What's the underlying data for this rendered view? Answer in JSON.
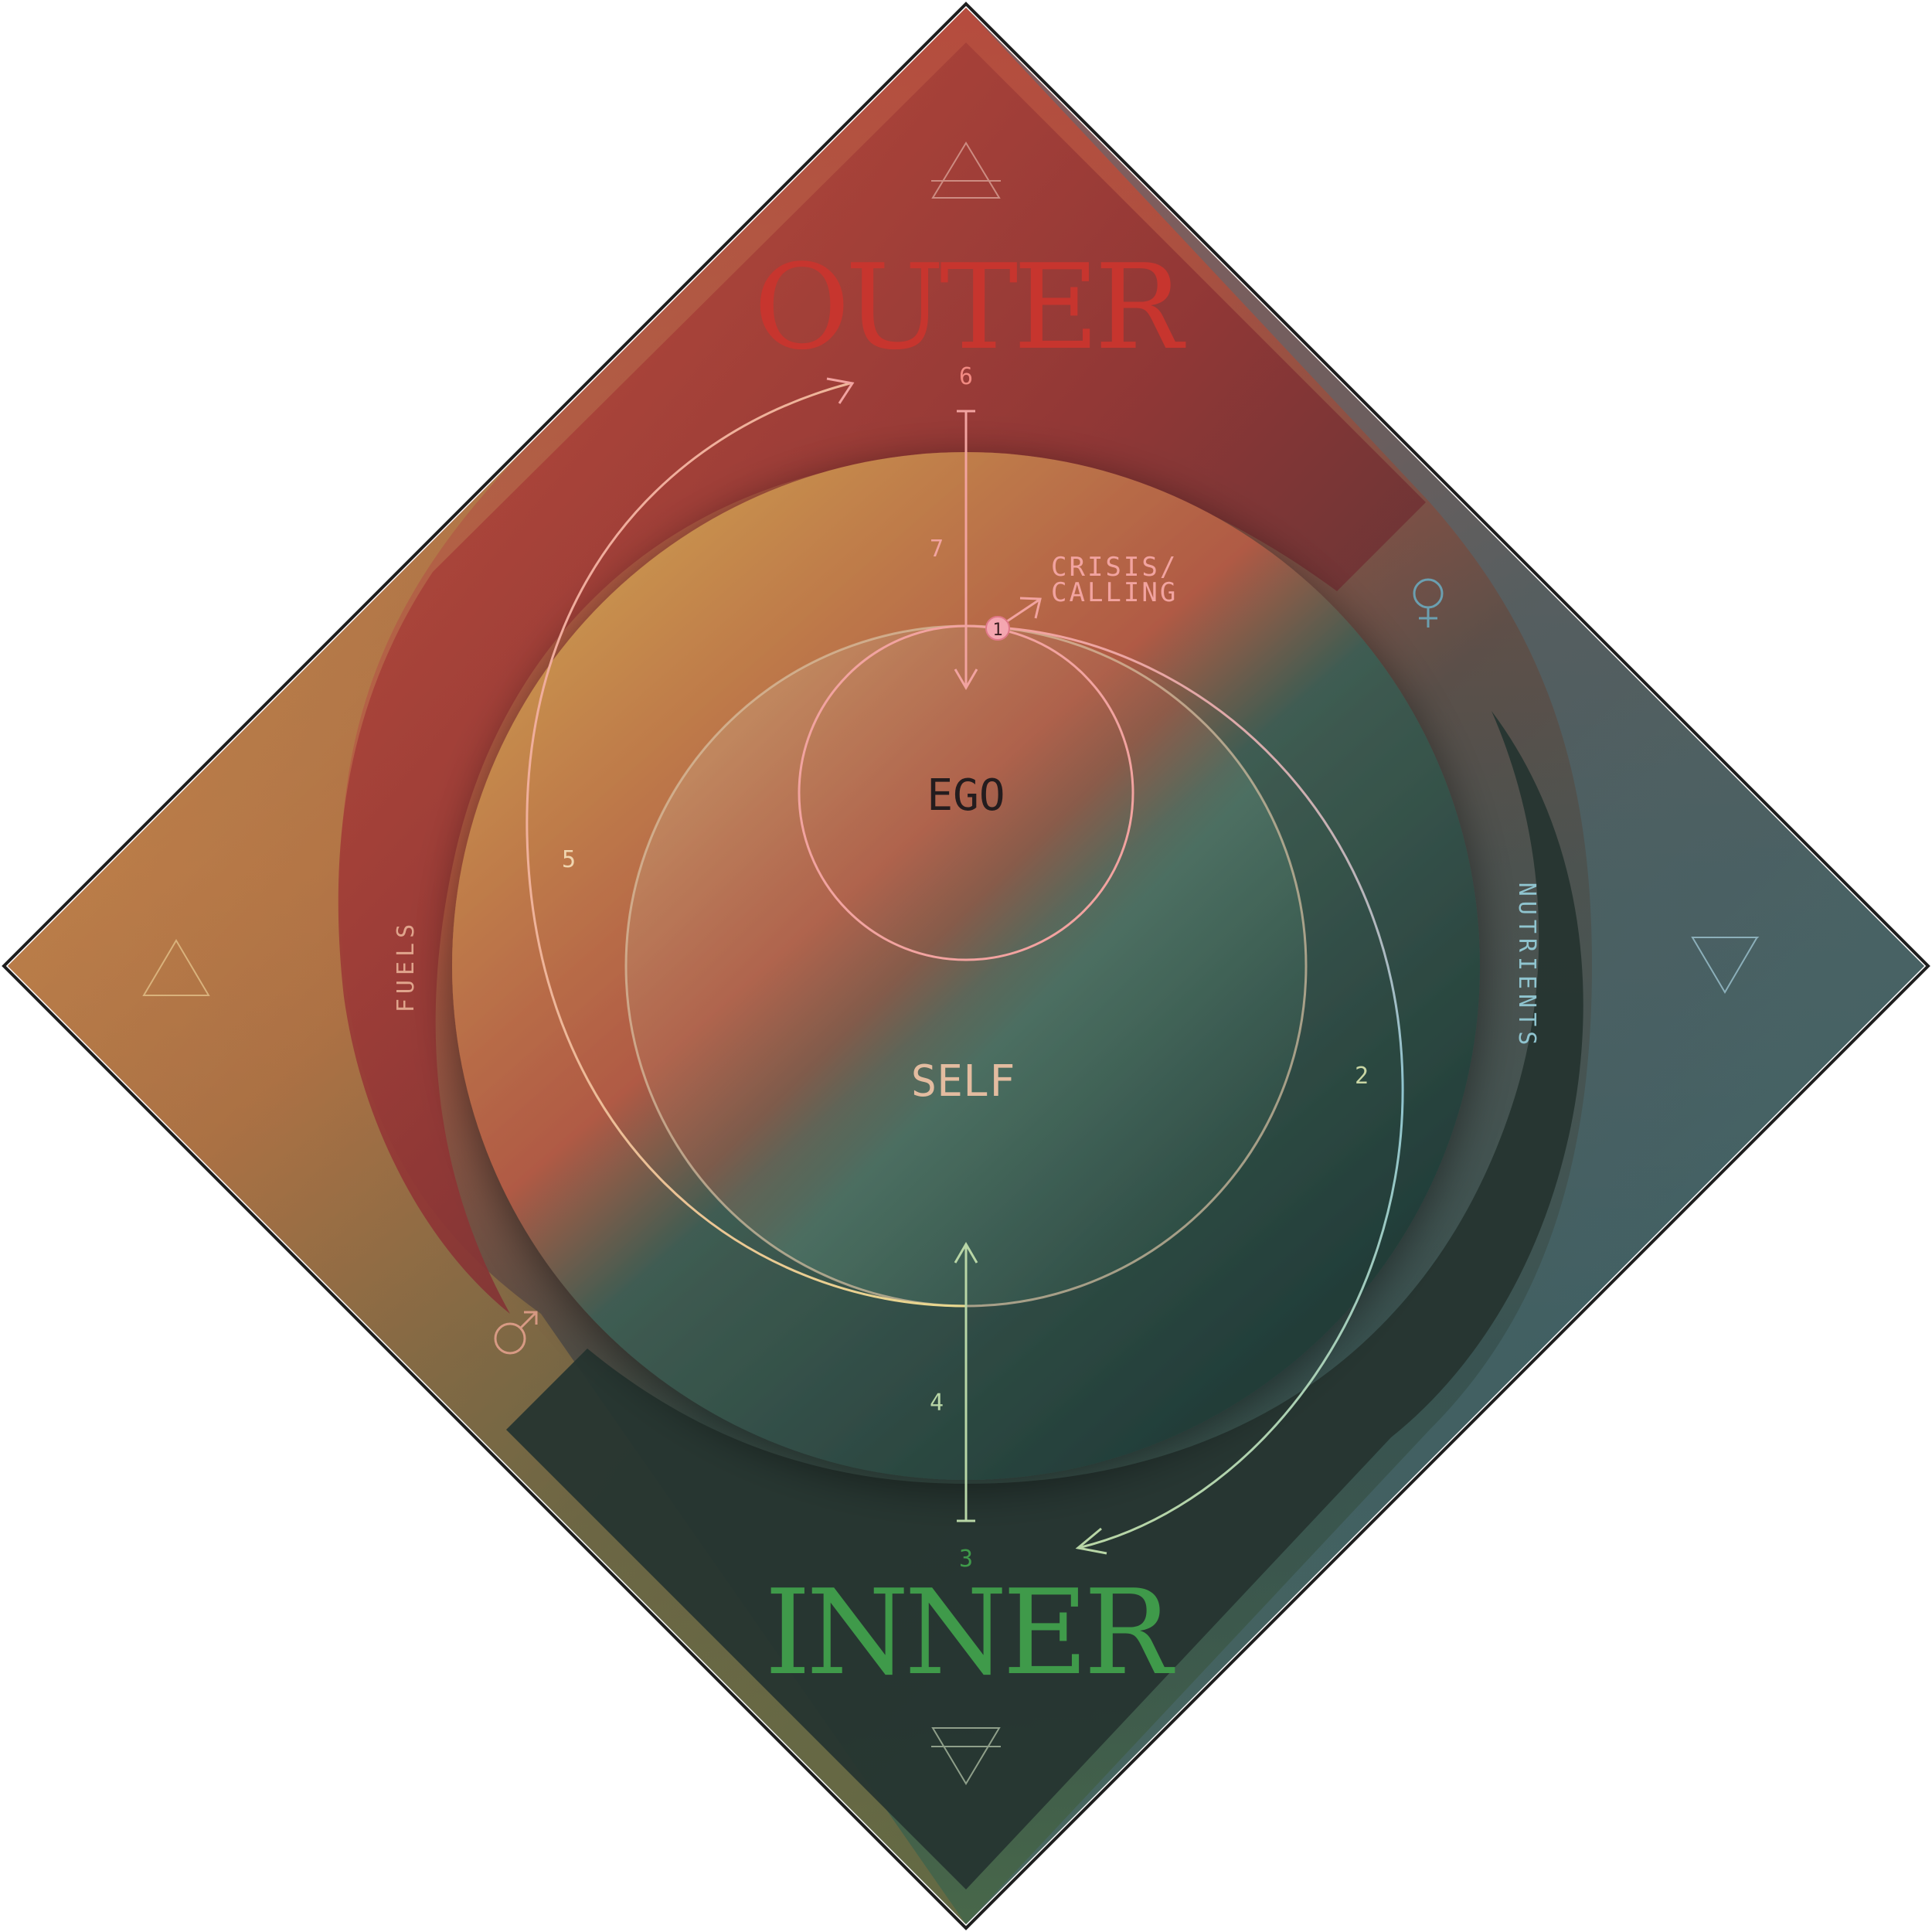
{
  "titles": {
    "outer": "OUTER",
    "inner": "INNER"
  },
  "labels": {
    "ego": "EGO",
    "self": "SELF",
    "crisis_line1": "CRISIS/",
    "crisis_line2": "CALLING",
    "fuels": "FUELS",
    "nutrients": "NUTRIENTS"
  },
  "steps": {
    "s1": "1",
    "s2": "2",
    "s3": "3",
    "s4": "4",
    "s5": "5",
    "s6": "6",
    "s7": "7"
  },
  "symbols": {
    "air": "air-symbol-icon",
    "earth": "earth-symbol-icon",
    "fire": "fire-symbol-icon",
    "water": "water-symbol-icon",
    "venus": "venus-symbol-icon",
    "mars": "mars-symbol-icon"
  },
  "colors": {
    "outer_red": "#c7352e",
    "inner_green": "#3f9a4a",
    "orange": "#c98a45",
    "blue": "#3f6a86",
    "dark_green": "#243229",
    "pink_line": "#f2a3a0",
    "green_line": "#b8d6a6",
    "cyan_line": "#8fc4cf"
  }
}
